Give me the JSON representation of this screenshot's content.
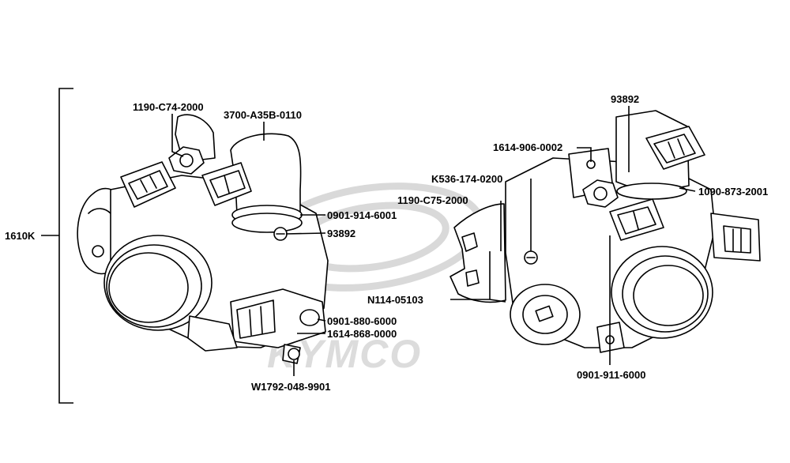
{
  "watermark": {
    "brand": "KYMCO"
  },
  "assembly": {
    "label": "1610K"
  },
  "left_view": {
    "callouts": [
      {
        "id": "1190-c74-2000",
        "label": "1190-C74-2000"
      },
      {
        "id": "3700-a35b-0110",
        "label": "3700-A35B-0110"
      },
      {
        "id": "0901-914-6001",
        "label": "0901-914-6001"
      },
      {
        "id": "93892-left",
        "label": "93892"
      },
      {
        "id": "0901-880-6000",
        "label": "0901-880-6000"
      },
      {
        "id": "1614-868-0000",
        "label": "1614-868-0000"
      },
      {
        "id": "w1792-048-9901",
        "label": "W1792-048-9901"
      }
    ]
  },
  "right_view": {
    "callouts": [
      {
        "id": "93892-right",
        "label": "93892"
      },
      {
        "id": "1614-906-0002",
        "label": "1614-906-0002"
      },
      {
        "id": "k536-174-0200",
        "label": "K536-174-0200"
      },
      {
        "id": "1190-c75-2000",
        "label": "1190-C75-2000"
      },
      {
        "id": "1090-873-2001",
        "label": "1090-873-2001"
      },
      {
        "id": "n114-05103",
        "label": "N114-05103"
      },
      {
        "id": "0901-911-6000",
        "label": "0901-911-6000"
      }
    ]
  }
}
